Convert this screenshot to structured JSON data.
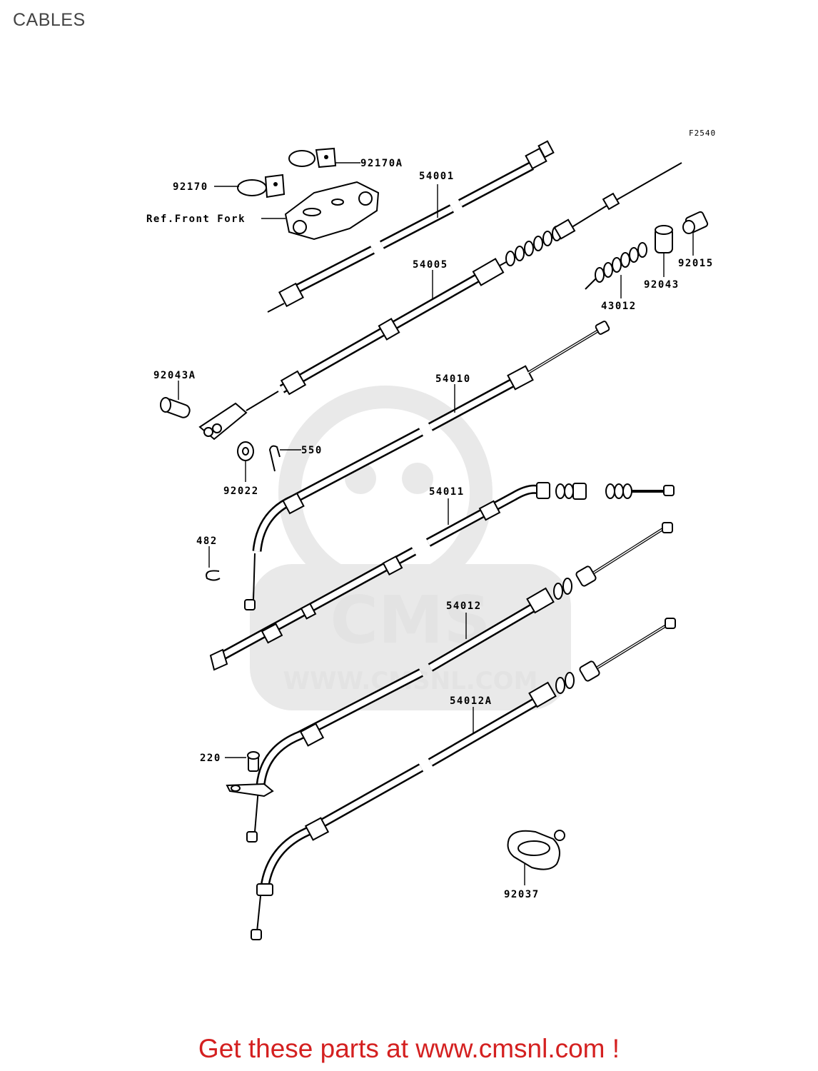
{
  "page": {
    "title": "CABLES"
  },
  "figure": {
    "code": "F2540"
  },
  "parts": {
    "p92170": "92170",
    "p92170A": "92170A",
    "ref_front_fork": "Ref.Front Fork",
    "p54001": "54001",
    "p54005": "54005",
    "p92015": "92015",
    "p92043": "92043",
    "p43012": "43012",
    "p92043A": "92043A",
    "p54010": "54010",
    "p550": "550",
    "p92022": "92022",
    "p54011": "54011",
    "p482": "482",
    "p54012": "54012",
    "p54012A": "54012A",
    "p220": "220",
    "p92037": "92037"
  },
  "watermark": {
    "brand": "CMS",
    "url": "WWW.CMSNL.COM"
  },
  "footer": {
    "text": "Get these parts at www.cmsnl.com !"
  },
  "colors": {
    "footer_text": "#d42020",
    "title_text": "#444444",
    "watermark": "#e9e9e9"
  }
}
